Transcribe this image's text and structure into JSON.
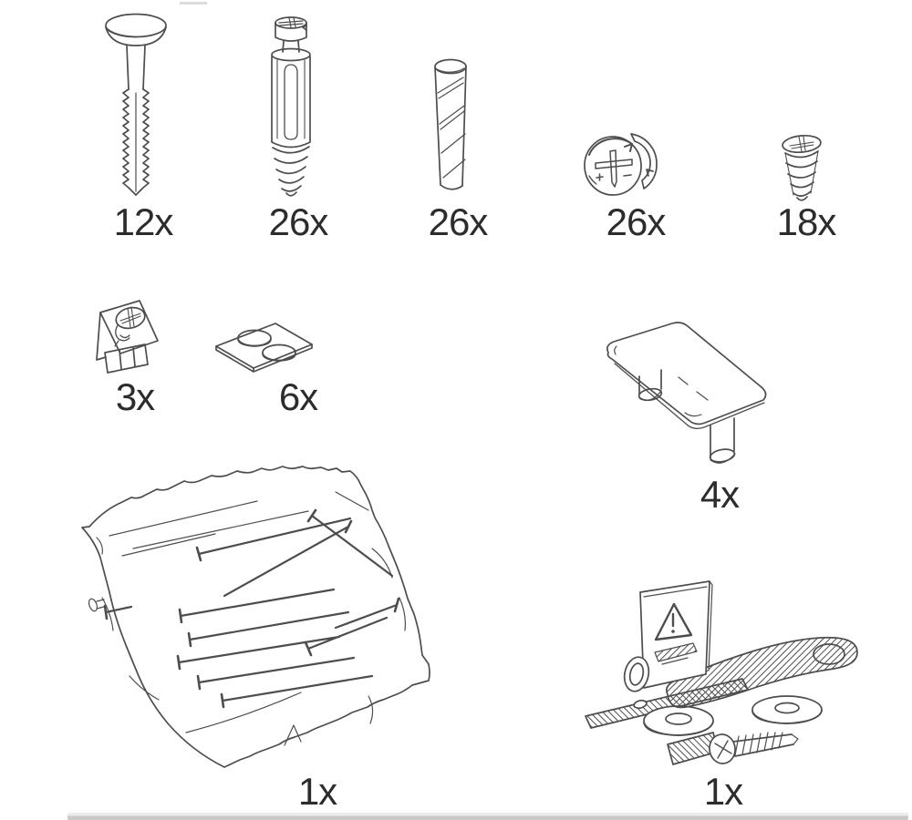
{
  "page": {
    "kind": "assembly-manual-parts-inventory",
    "colors": {
      "background": "#ffffff",
      "line_art": "#4d4d4d",
      "label_text": "#2c2c2c",
      "divider_top": "#ebebeb",
      "divider_bottom": "#c9c9c9"
    }
  },
  "parts": [
    {
      "icon": "rib-shank-screw-icon",
      "qty": "12x"
    },
    {
      "icon": "connecting-dowel-bolt-icon",
      "qty": "26x"
    },
    {
      "icon": "wood-dowel-icon",
      "qty": "26x"
    },
    {
      "icon": "cam-lock-fastener-icon",
      "qty": "26x"
    },
    {
      "icon": "small-screw-icon",
      "qty": "18x"
    },
    {
      "icon": "bracket-with-screw-icon",
      "qty": "3x"
    },
    {
      "icon": "glide-plate-icon",
      "qty": "6x"
    },
    {
      "icon": "plinth-foot-icon",
      "qty": "4x"
    },
    {
      "icon": "nail-bag-icon",
      "qty": "1x"
    },
    {
      "icon": "safety-strap-kit-icon",
      "qty": "1x"
    }
  ]
}
